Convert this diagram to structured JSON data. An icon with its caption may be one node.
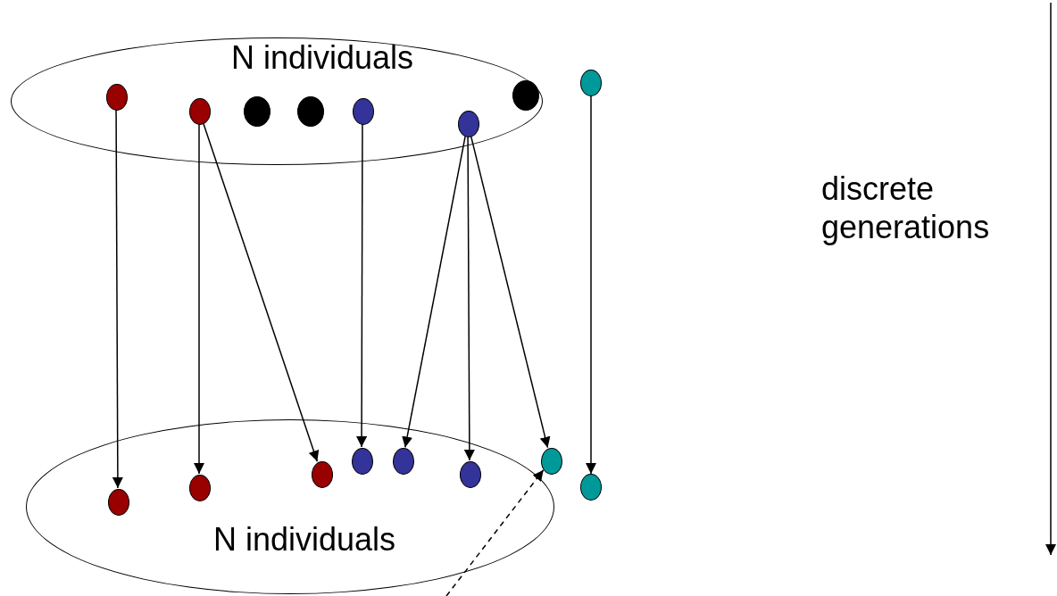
{
  "diagram": {
    "nodes": [
      {
        "text": [
          "N individuals"
        ]
      },
      {
        "text": [],
        "shape": "circle",
        "in": 0
      },
      {
        "text": [],
        "shape": "circle",
        "in": 0
      },
      {
        "text": [],
        "shape": "circle",
        "in": 0
      },
      {
        "text": [],
        "shape": "circle",
        "in": 0
      },
      {
        "text": [],
        "shape": "circle",
        "in": 0
      },
      {
        "text": [],
        "shape": "circle",
        "in": 0
      },
      {
        "text": [],
        "shape": "circle",
        "in": 0
      },
      {
        "text": [],
        "shape": "circle"
      },
      {
        "text": [
          "N  individuals"
        ]
      },
      {
        "text": [],
        "shape": "circle",
        "in": 9
      },
      {
        "text": [],
        "shape": "circle",
        "in": 9
      },
      {
        "text": [],
        "shape": "circle",
        "in": 9
      },
      {
        "text": [],
        "shape": "circle",
        "in": 9
      },
      {
        "text": [],
        "shape": "circle",
        "in": 9
      },
      {
        "text": [],
        "shape": "circle",
        "in": 9
      },
      {
        "text": [],
        "shape": "circle",
        "in": 9
      },
      {
        "text": [],
        "shape": "circle"
      }
    ],
    "edges": [
      {
        "from": 1,
        "to": 10,
        "arrow": "to"
      },
      {
        "from": 2,
        "to": 11,
        "arrow": "to"
      },
      {
        "from": 2,
        "to": 12,
        "arrow": "to"
      },
      {
        "from": 5,
        "to": 13,
        "arrow": "to"
      },
      {
        "from": 6,
        "to": 14,
        "arrow": "to"
      },
      {
        "from": 6,
        "to": 15,
        "arrow": "to"
      },
      {
        "from": 6,
        "to": 16,
        "arrow": "to"
      },
      {
        "from": 8,
        "to": 17,
        "arrow": "to"
      },
      {
        "from": null,
        "to": 16,
        "arrow": "to",
        "style": "dashed"
      }
    ],
    "labels": [
      "discrete generations"
    ]
  }
}
